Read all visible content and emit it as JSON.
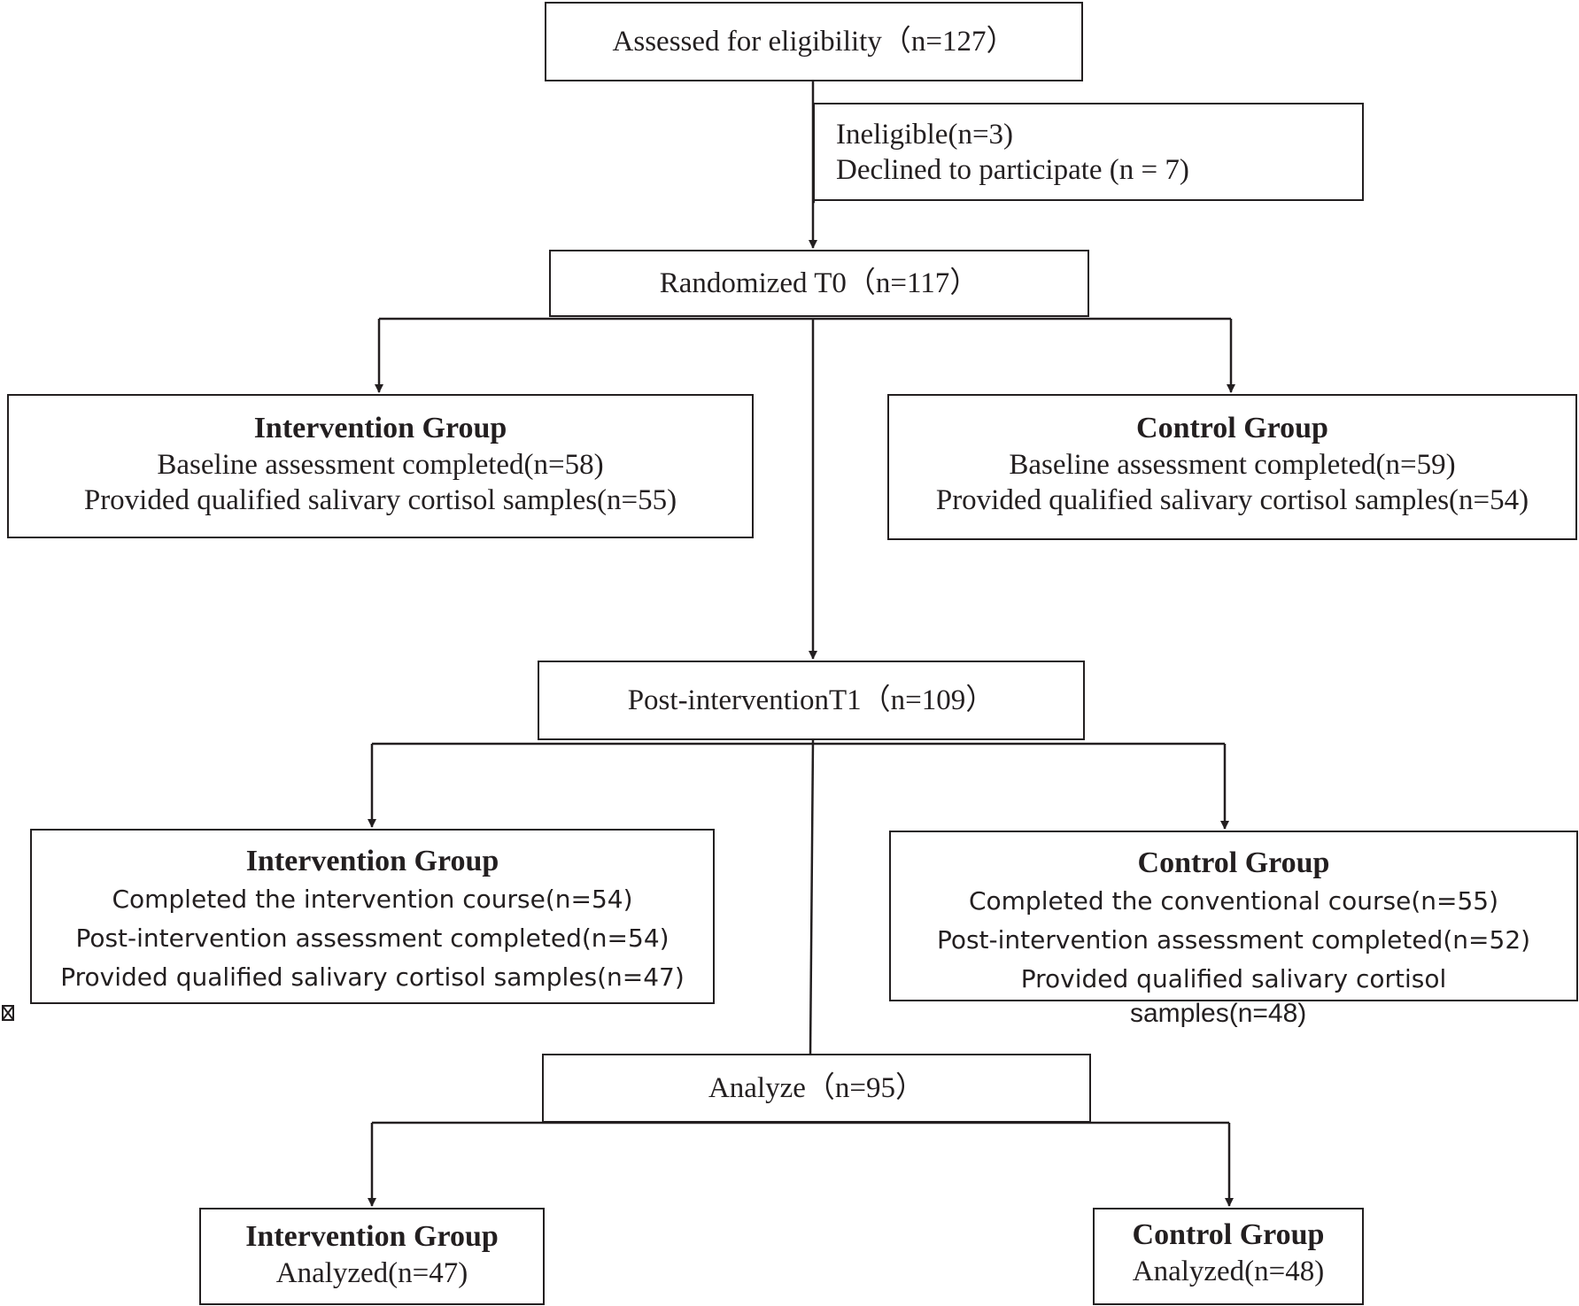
{
  "diagram": {
    "assessed": "Assessed for eligibility（n=127）",
    "excluded": {
      "ineligible": "Ineligible(n=3)",
      "declined": "Declined to participate (n = 7)"
    },
    "randomized": "Randomized T0（n=117）",
    "t0": {
      "intervention": {
        "title": "Intervention Group",
        "lines": [
          "Baseline assessment completed(n=58)",
          "Provided qualified salivary cortisol samples(n=55)"
        ]
      },
      "control": {
        "title": "Control Group",
        "lines": [
          "Baseline assessment completed(n=59)",
          "Provided qualified salivary cortisol samples(n=54)"
        ]
      }
    },
    "post": "Post-interventionT1（n=109）",
    "t1": {
      "intervention": {
        "title": "Intervention Group",
        "lines": [
          "Completed the intervention course(n=54)",
          "Post-intervention assessment completed(n=54)",
          "Provided qualified salivary cortisol samples(n=47)"
        ]
      },
      "control": {
        "title": "Control Group",
        "lines": [
          "Completed the conventional course(n=55)",
          "Post-intervention assessment completed(n=52)",
          "Provided qualified salivary cortisol",
          "samples(n=48)"
        ]
      }
    },
    "analyze": "Analyze（n=95）",
    "final": {
      "intervention": {
        "title": "Intervention Group",
        "line": "Analyzed(n=47)"
      },
      "control": {
        "title": "Control Group",
        "line": "Analyzed(n=48)"
      }
    }
  }
}
